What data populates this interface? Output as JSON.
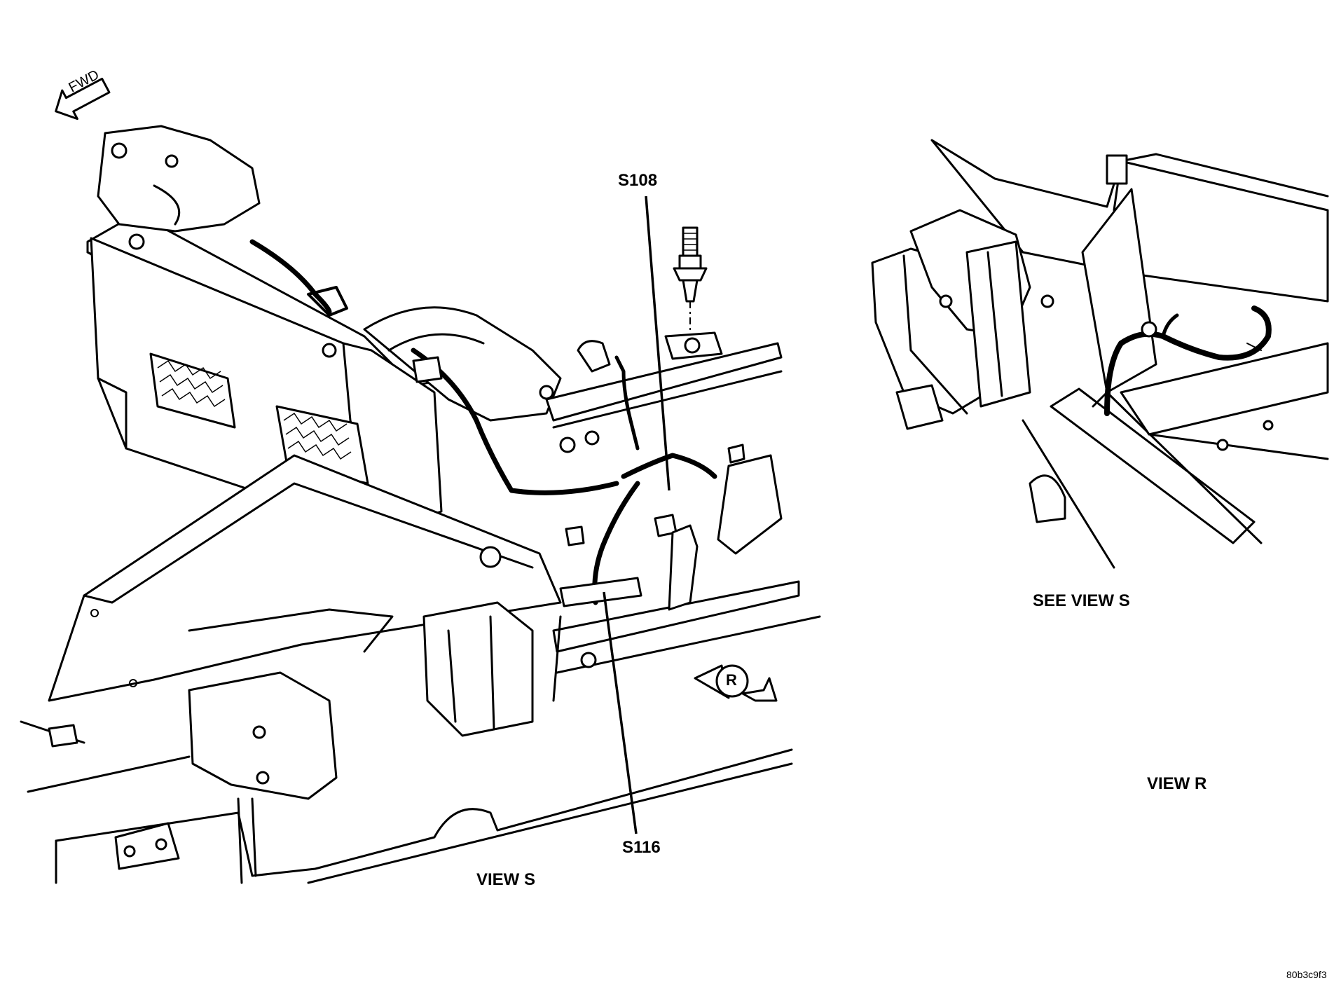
{
  "labels": {
    "s108": "S108",
    "s116": "S116",
    "view_s": "VIEW S",
    "see_view_s": "SEE VIEW S",
    "view_r": "VIEW R",
    "fwd": "FWD",
    "r_marker": "R",
    "figure_id": "80b3c9f3"
  },
  "colors": {
    "ink": "#000000",
    "paper": "#ffffff"
  },
  "icons": {
    "forward_arrow": "fwd-arrow-icon",
    "view_r_arrow": "view-r-arrow-icon"
  }
}
